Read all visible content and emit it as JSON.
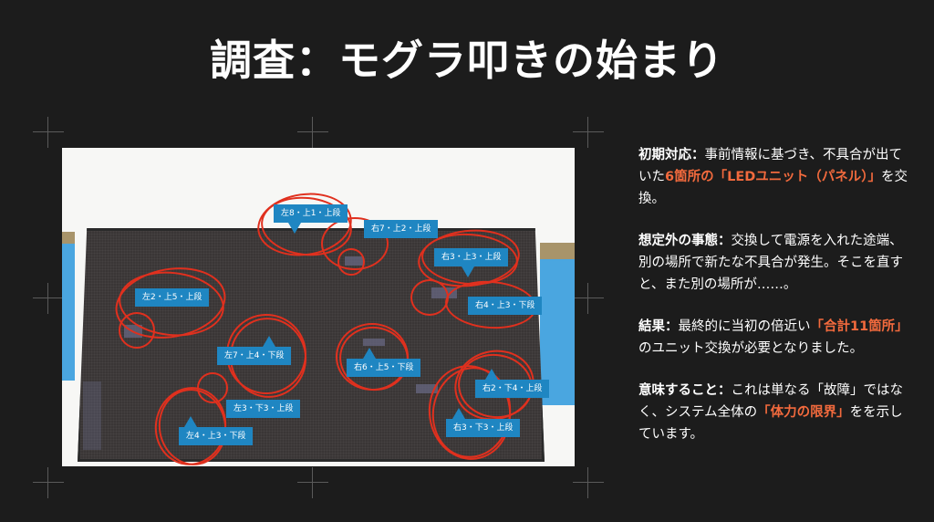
{
  "slide": {
    "title": "調査：モグラ叩きの始まり",
    "accent_color": "#f26a3d",
    "background_color": "#1c1c1c"
  },
  "photo": {
    "description": "LED display panel with red circles marking faulty units",
    "labels": [
      {
        "text": "左8・上1・上段"
      },
      {
        "text": "右7・上2・上段"
      },
      {
        "text": "右3・上3・上段"
      },
      {
        "text": "左2・上5・上段"
      },
      {
        "text": "右4・上3・下段"
      },
      {
        "text": "左7・上4・下段"
      },
      {
        "text": "右6・上5・下段"
      },
      {
        "text": "右2・下4・上段"
      },
      {
        "text": "左3・下3・上段"
      },
      {
        "text": "左4・上3・下段"
      },
      {
        "text": "右3・下3・上段"
      }
    ]
  },
  "sections": [
    {
      "lead": "初期対応：",
      "text1": "事前情報に基づき、不具合が出ていた",
      "highlight": "6箇所の「LEDユニット（パネル）」",
      "text2": "を交換。"
    },
    {
      "lead": "想定外の事態：",
      "text1": "交換して電源を入れた途端、別の場所で新たな不具合が発生。そこを直すと、また別の場所が……。",
      "highlight": "",
      "text2": ""
    },
    {
      "lead": "結果：",
      "text1": "最終的に当初の倍近い",
      "highlight": "「合計11箇所」",
      "text2": "のユニット交換が必要となりました。"
    },
    {
      "lead": "意味すること：",
      "text1": "これは単なる「故障」ではなく、システム全体の",
      "highlight": "「体力の限界」",
      "text2": "をを示しています。"
    }
  ]
}
